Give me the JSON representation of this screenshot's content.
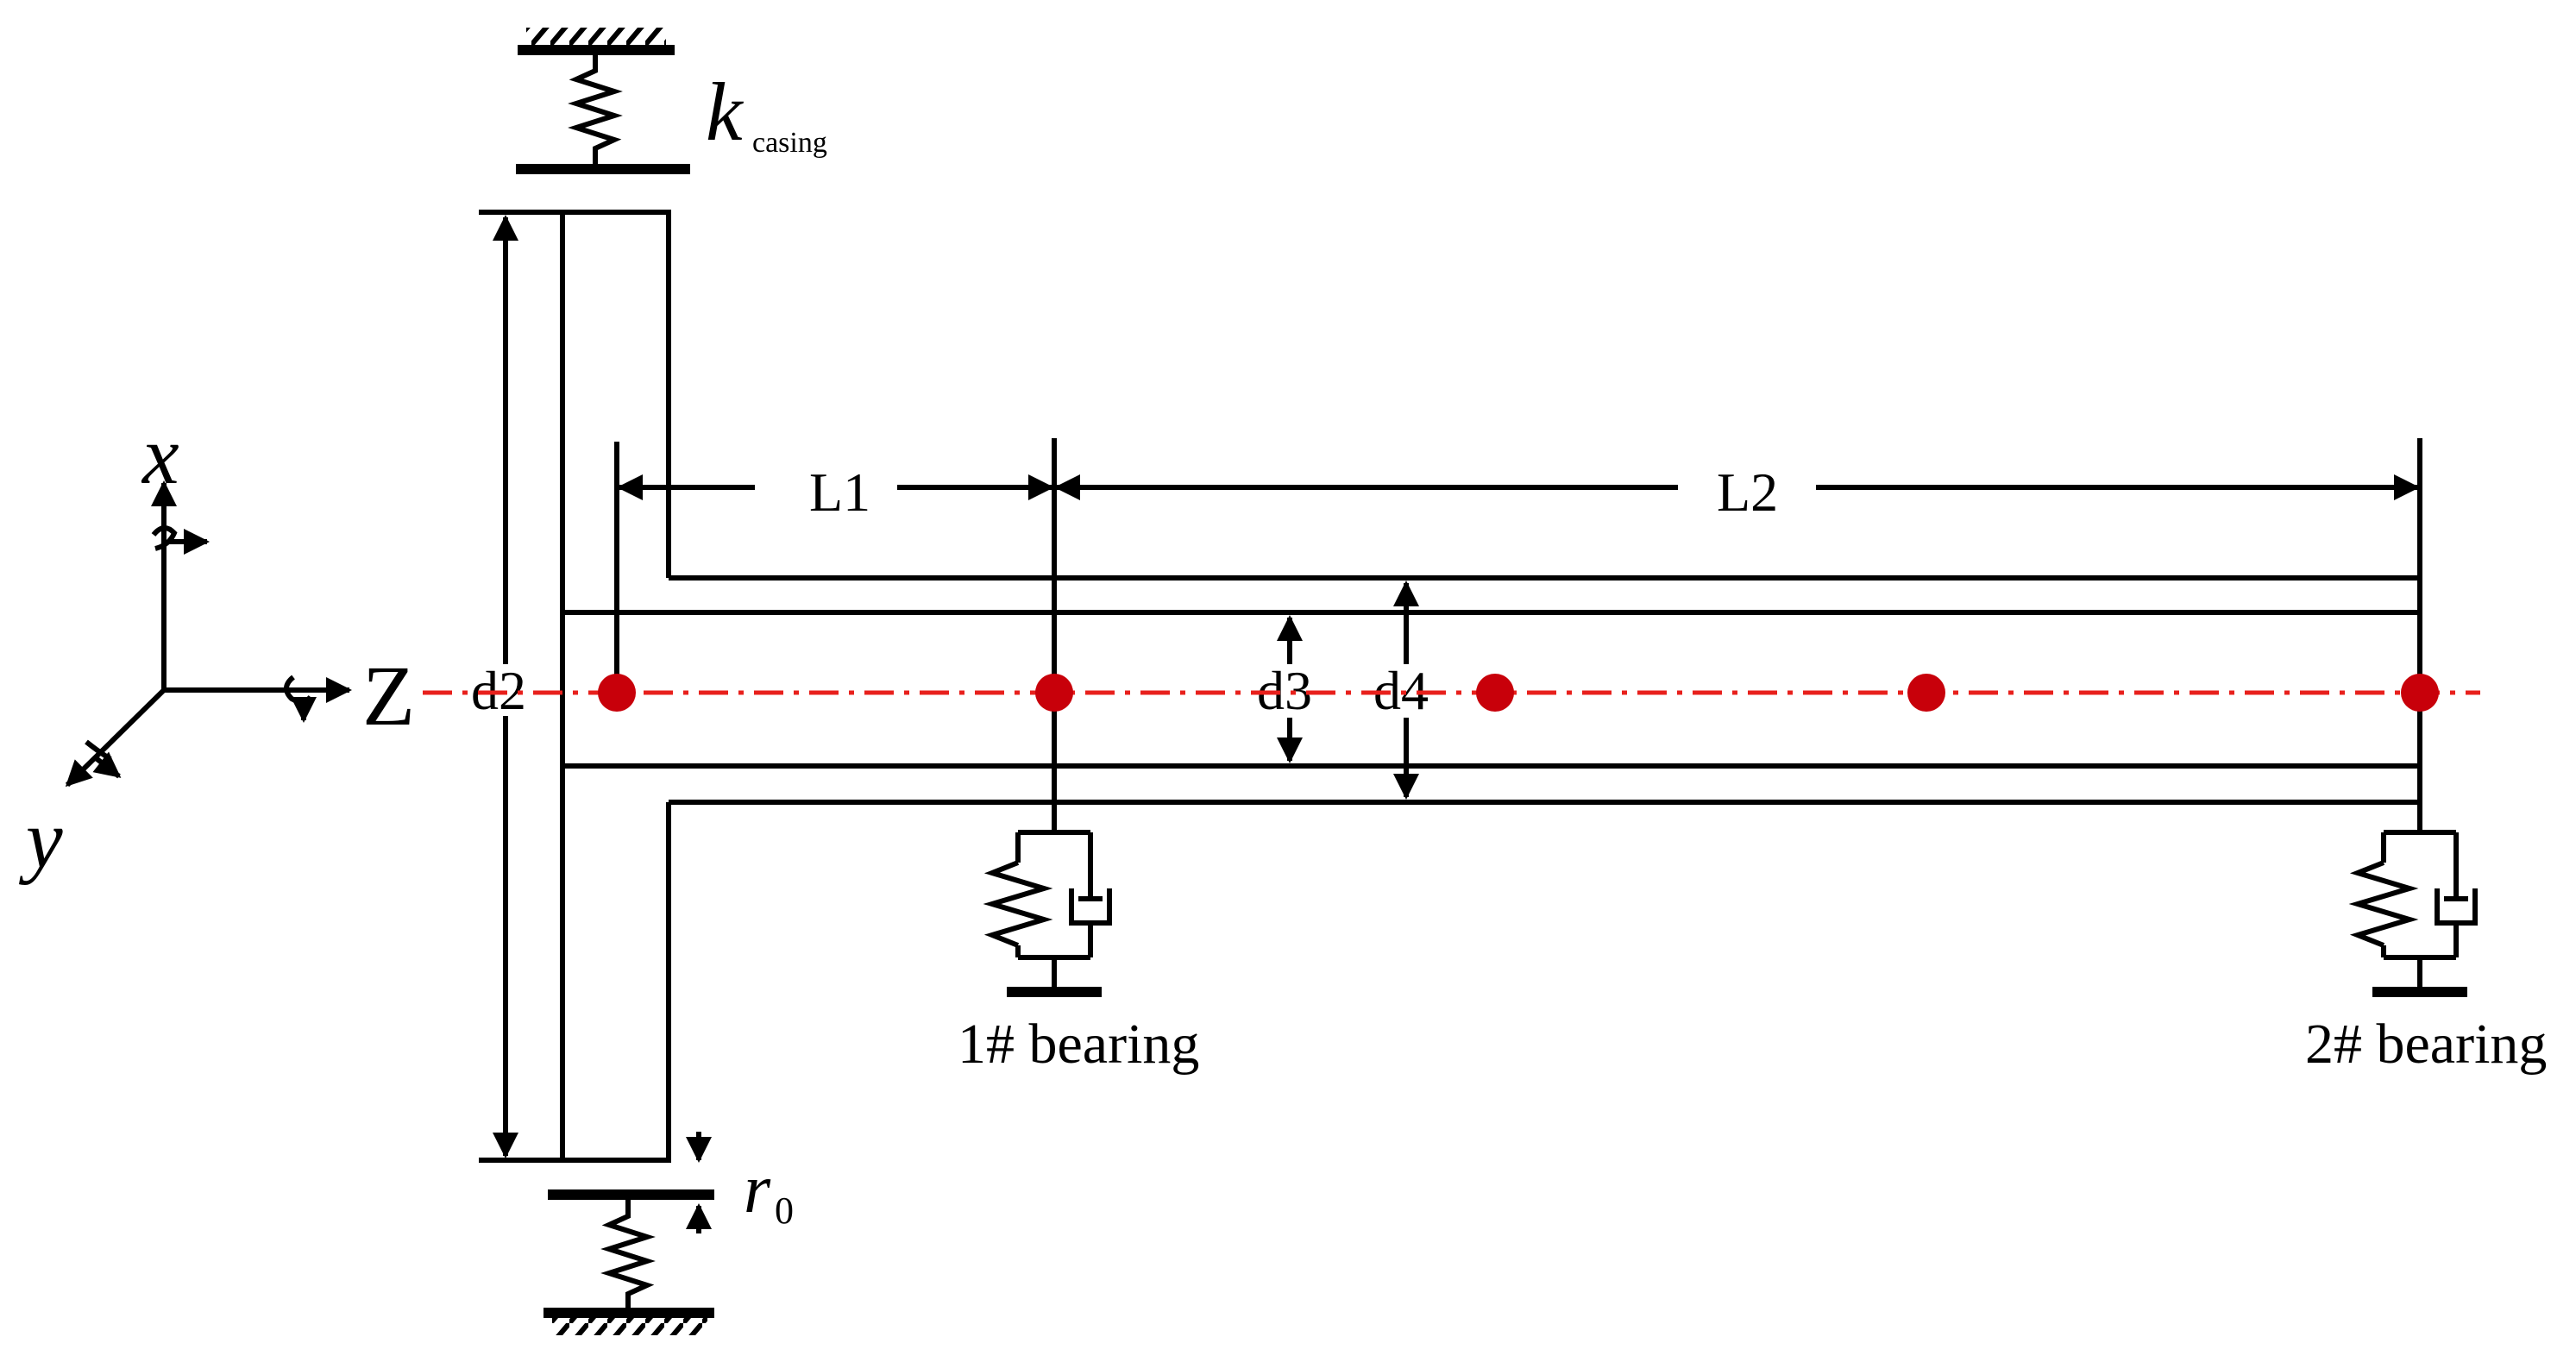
{
  "axes": {
    "x": "x",
    "y": "y",
    "z": "Z"
  },
  "casing": {
    "k": "k",
    "k_sub": "casing",
    "r": "r",
    "r_sub": "0"
  },
  "dimensions": {
    "L1": "L1",
    "L2": "L2",
    "d2": "d2",
    "d3": "d3",
    "d4": "d4"
  },
  "bearings": {
    "b1": "1# bearing",
    "b2": "2# bearing"
  },
  "colors": {
    "line": "#000000",
    "centerline": "#e8201c",
    "node": "#c8000a"
  }
}
